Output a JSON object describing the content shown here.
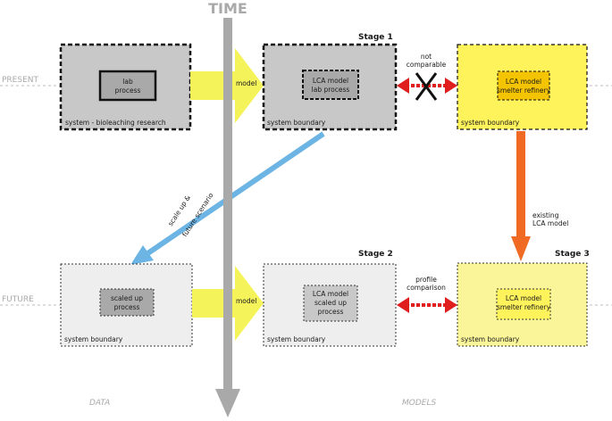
{
  "time_label": "TIME",
  "row_labels": {
    "present": "PRESENT",
    "future": "FUTURE"
  },
  "column_labels": {
    "data": "DATA",
    "models": "MODELS"
  },
  "stages": {
    "stage1": "Stage 1",
    "stage2": "Stage 2",
    "stage3": "Stage 3"
  },
  "boxes": {
    "research": {
      "boundary": "system - bioleaching research",
      "inner": [
        "lab",
        "process"
      ]
    },
    "lca_lab": {
      "boundary": "system boundary",
      "inner": [
        "LCA model",
        "lab process"
      ]
    },
    "smelter_present": {
      "boundary": "system boundary",
      "inner": [
        "LCA model",
        "smelter refinery"
      ]
    },
    "scaled_up": {
      "boundary": "system boundary",
      "inner": [
        "scaled up",
        "process"
      ]
    },
    "lca_scaled": {
      "boundary": "system boundary",
      "inner": [
        "LCA model",
        "scaled up",
        "process"
      ]
    },
    "smelter_future": {
      "boundary": "system boundary",
      "inner": [
        "LCA model",
        "smelter refinery"
      ]
    }
  },
  "arrows": {
    "model_top": "model",
    "model_bottom": "model",
    "not_comparable": [
      "not",
      "comparable"
    ],
    "profile_comparison": [
      "profile",
      "comparison"
    ],
    "existing_lca": [
      "existing",
      "LCA model"
    ],
    "scale_up": [
      "scale up &",
      "future scenario"
    ]
  },
  "colors": {
    "grey_box": "#c8c8c8",
    "grey_inner": "#a9a9a9",
    "light_box": "#eeeeee",
    "yellow_box": "#fff35c",
    "light_yellow_box": "#fbf59a",
    "yellow_arrow": "#f5f35a",
    "time_axis": "#a9a9a9",
    "blue_arrow": "#6cb4e4",
    "orange_arrow": "#f06a24",
    "red_arrow": "#e01e1e"
  }
}
